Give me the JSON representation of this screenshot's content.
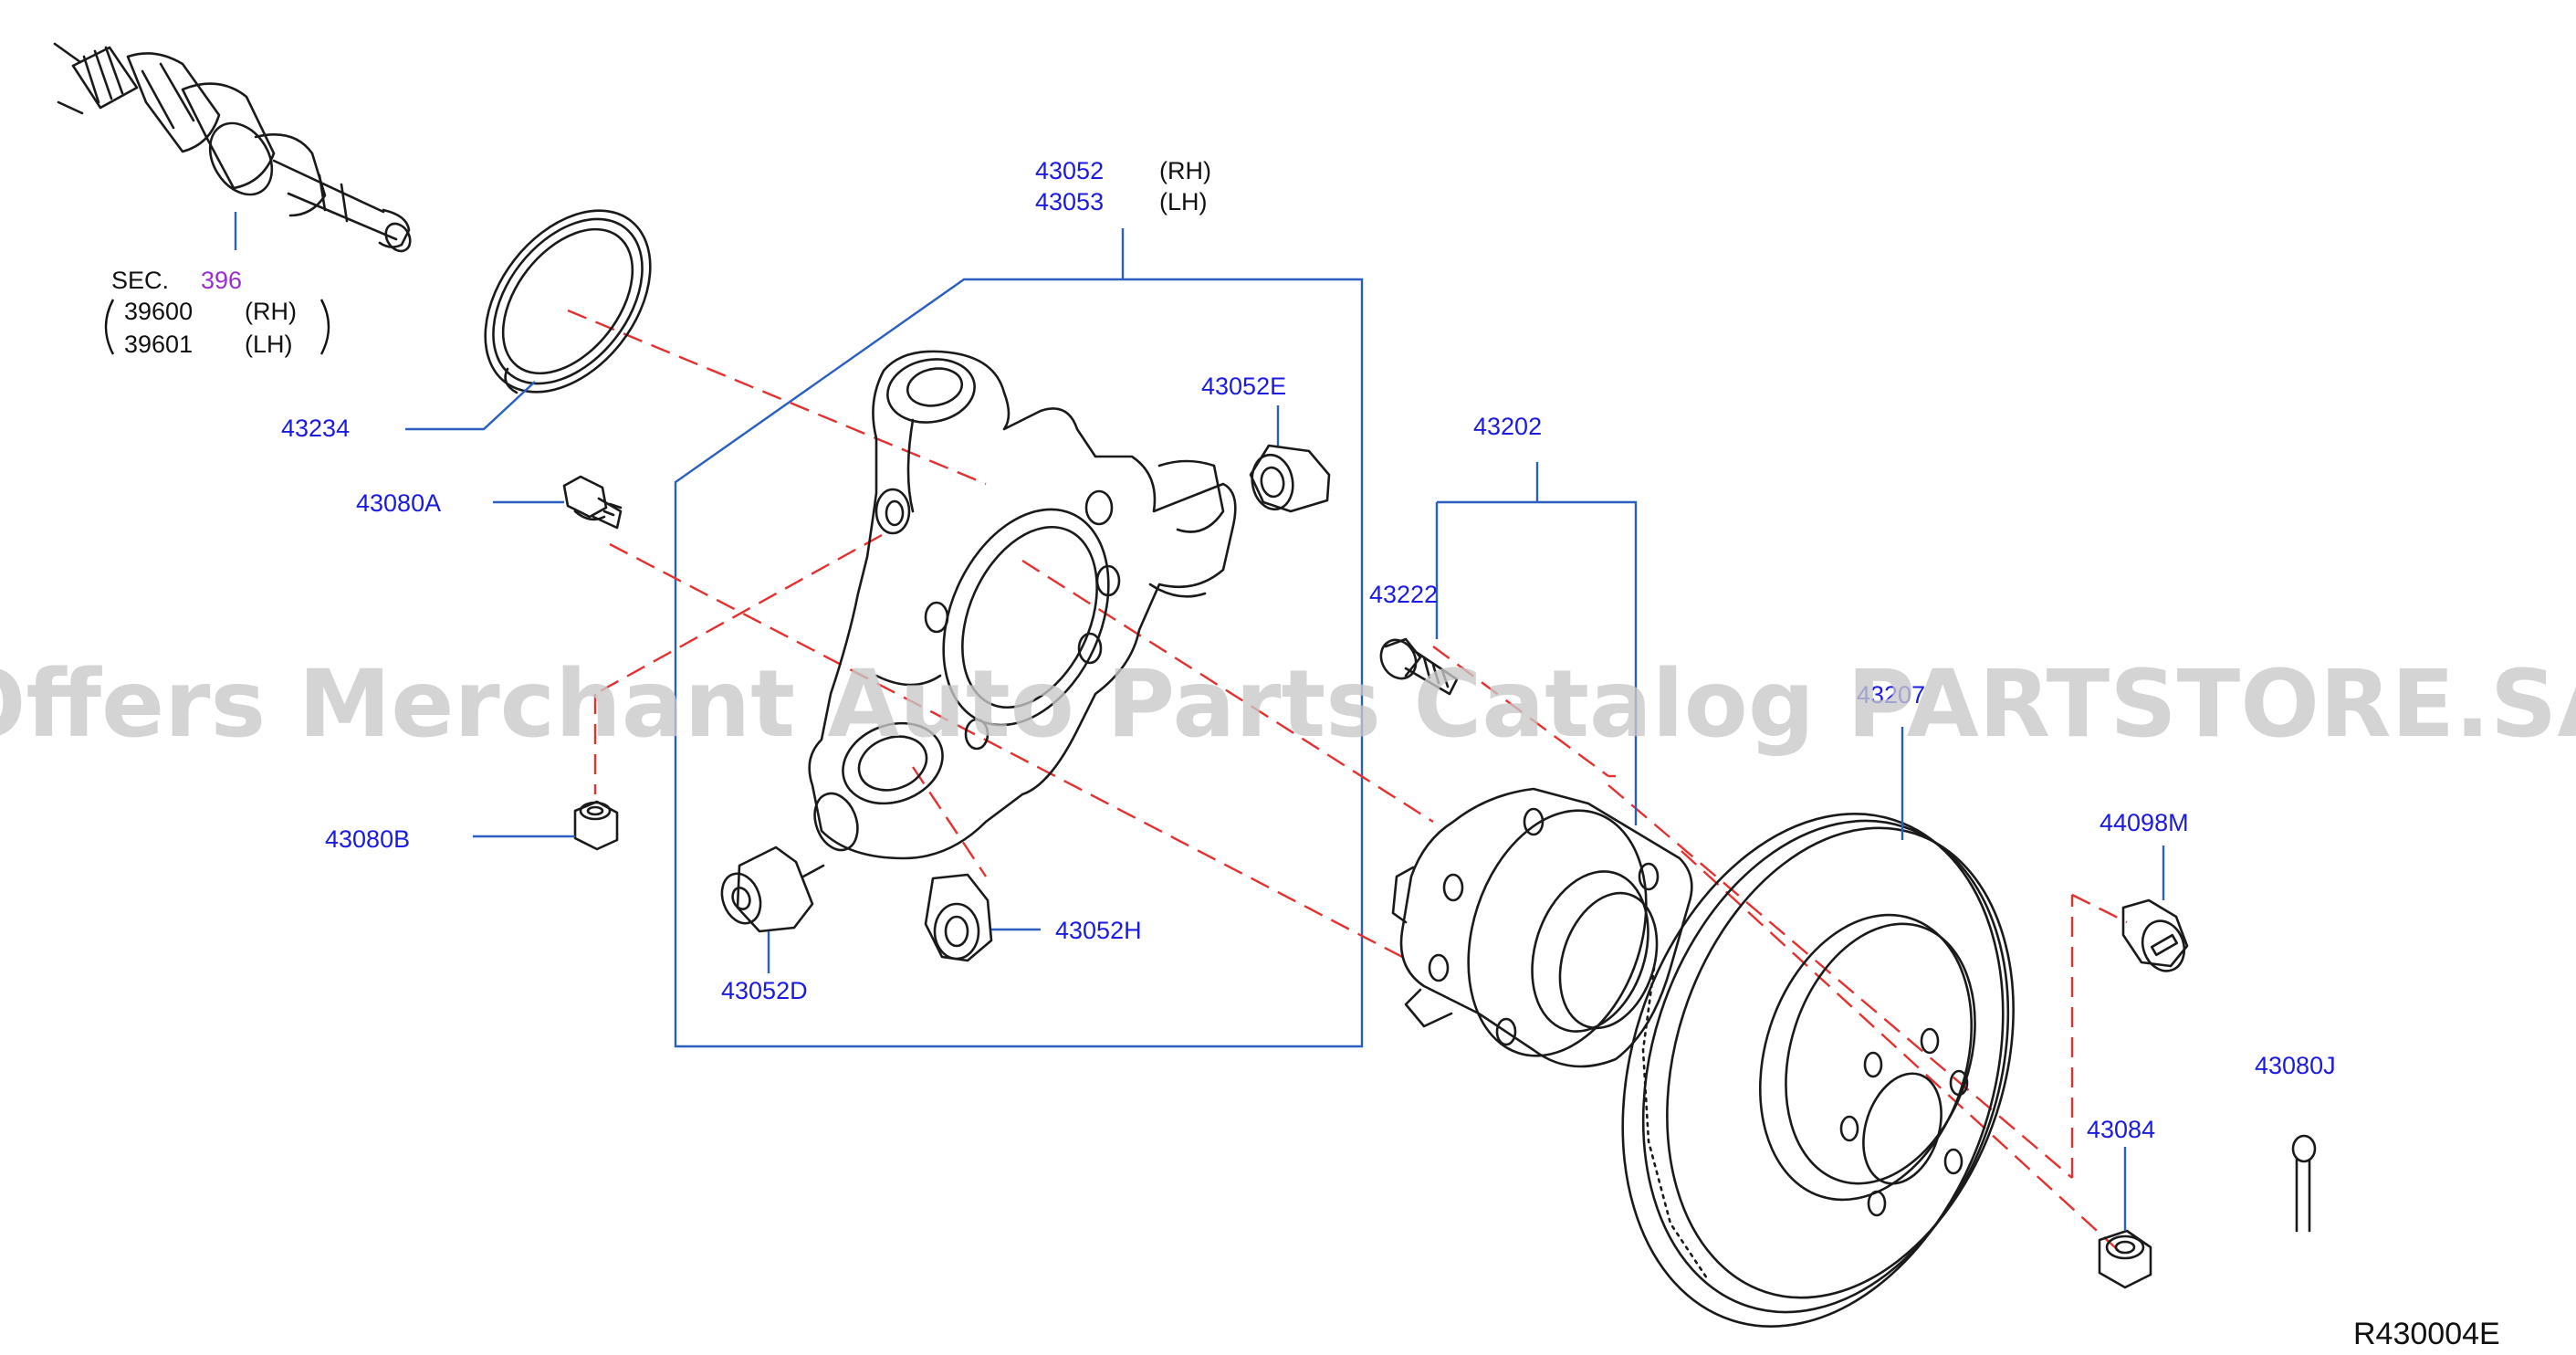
{
  "labels": {
    "sec_prefix": "SEC.",
    "sec_number": "396",
    "p39600": "39600",
    "p39600_side": "(RH)",
    "p39601": "39601",
    "p39601_side": "(LH)",
    "p43052": "43052",
    "p43052_side": "(RH)",
    "p43053": "43053",
    "p43053_side": "(LH)",
    "p43234": "43234",
    "p43080A": "43080A",
    "p43052E": "43052E",
    "p43202": "43202",
    "p43222": "43222",
    "p43207": "43207",
    "p43080B": "43080B",
    "p44098M": "44098M",
    "p43052H": "43052H",
    "p43052D": "43052D",
    "p43080J": "43080J",
    "p43084": "43084"
  },
  "watermark": "Offers Merchant Auto Parts Catalog PARTSTORE.SA",
  "reference_code": "R430004E",
  "colors": {
    "label": "#1a1ae0",
    "section_link": "#9a2fd0",
    "leader": "#2a5fc0",
    "centerline": "#e53030",
    "linework": "#1a1a1a"
  }
}
